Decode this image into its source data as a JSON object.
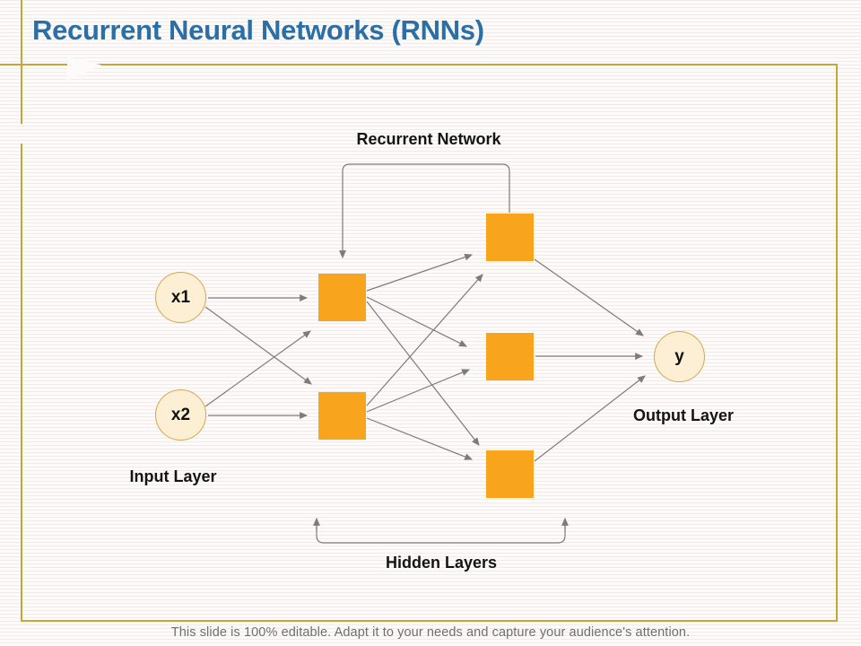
{
  "slide": {
    "title": "Recurrent Neural Networks (RNNs)",
    "footer": "This slide is 100% editable. Adapt it to your needs and capture your audience's attention."
  },
  "diagram": {
    "type": "recurrent-neural-network",
    "recurrent_label": "Recurrent Network",
    "input_layer_label": "Input Layer",
    "hidden_layers_label": "Hidden Layers",
    "output_layer_label": "Output Layer",
    "input_nodes": [
      {
        "label": "x1"
      },
      {
        "label": "x2"
      }
    ],
    "hidden_layer_1_nodes": 2,
    "hidden_layer_2_nodes": 3,
    "output_node": {
      "label": "y"
    },
    "connections": [
      "x1->h1-1",
      "x1->h1-2",
      "x2->h1-1",
      "x2->h1-2",
      "h1-1->h2-1",
      "h1-1->h2-2",
      "h1-1->h2-3",
      "h1-2->h2-1",
      "h1-2->h2-2",
      "h1-2->h2-3",
      "h2-1->y",
      "h2-2->y",
      "h2-3->y",
      "h2-1->h1-1 (recurrent loop)"
    ]
  },
  "colors": {
    "title_blue": "#2B6FA6",
    "gold_line": "#C9A43B",
    "node_orange": "#F8A41D",
    "circle_fill": "#FCEFD4",
    "circle_border": "#D5A652",
    "arrow_gray": "#7C7C7C",
    "footer_gray": "#6F6F6F"
  }
}
